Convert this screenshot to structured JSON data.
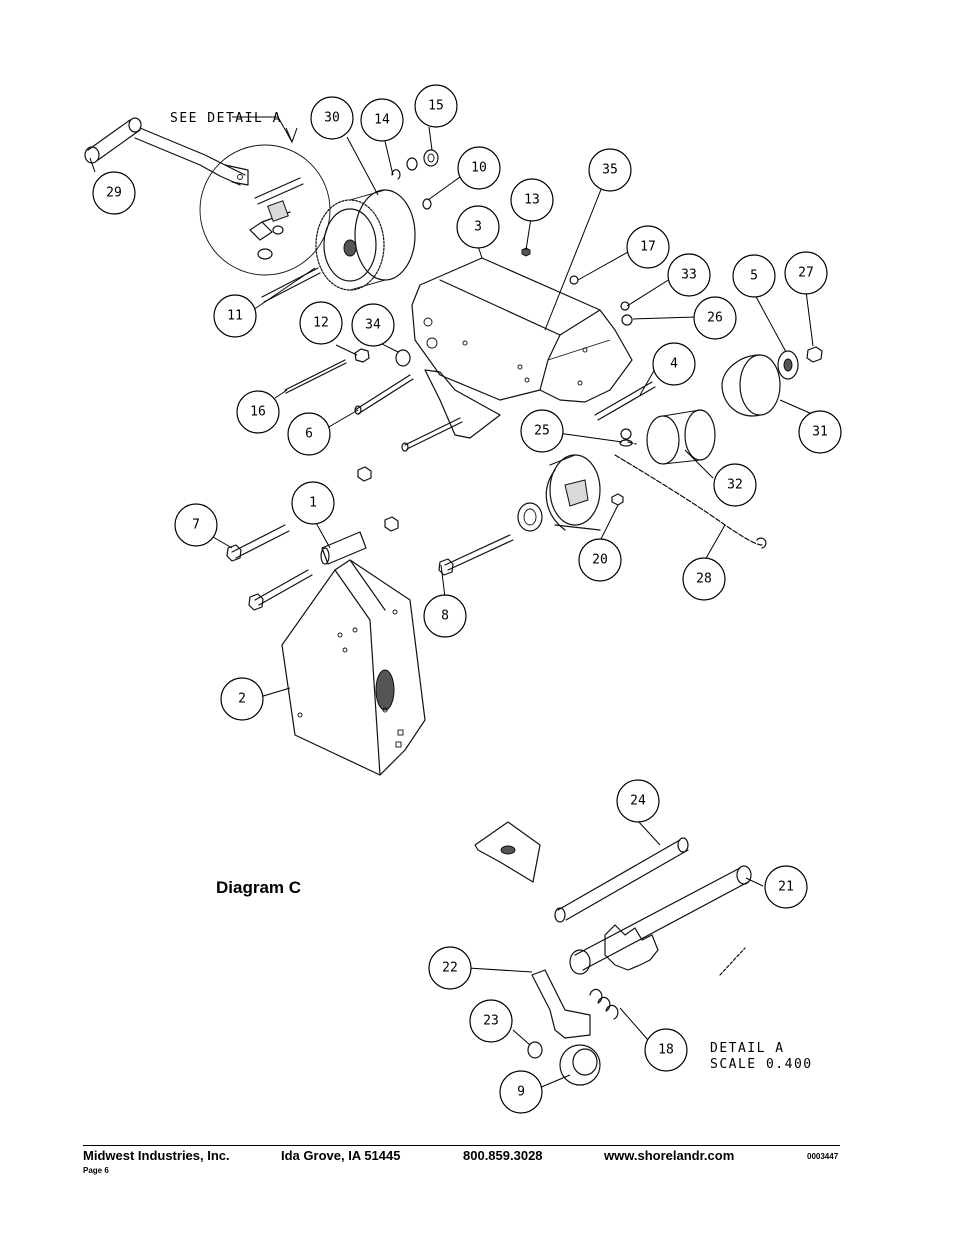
{
  "detail_ref": "SEE DETAIL  A",
  "detail_label": {
    "line1": "DETAIL  A",
    "line2": "SCALE  0.400"
  },
  "diagram_title": "Diagram C",
  "balloons": {
    "b1": "1",
    "b2": "2",
    "b3": "3",
    "b4": "4",
    "b5": "5",
    "b6": "6",
    "b7": "7",
    "b8": "8",
    "b9": "9",
    "b10": "10",
    "b11": "11",
    "b12": "12",
    "b13": "13",
    "b14": "14",
    "b15": "15",
    "b16": "16",
    "b17": "17",
    "b18": "18",
    "b20": "20",
    "b21": "21",
    "b22": "22",
    "b23": "23",
    "b24": "24",
    "b25": "25",
    "b26": "26",
    "b27": "27",
    "b28": "28",
    "b29": "29",
    "b30": "30",
    "b31": "31",
    "b32": "32",
    "b33": "33",
    "b34": "34",
    "b35": "35"
  },
  "footer": {
    "company": "Midwest Industries, Inc.",
    "city": "Ida Grove, IA  51445",
    "phone": "800.859.3028",
    "website": "www.shorelandr.com",
    "doc_code": "0003447",
    "page": "Page 6"
  }
}
